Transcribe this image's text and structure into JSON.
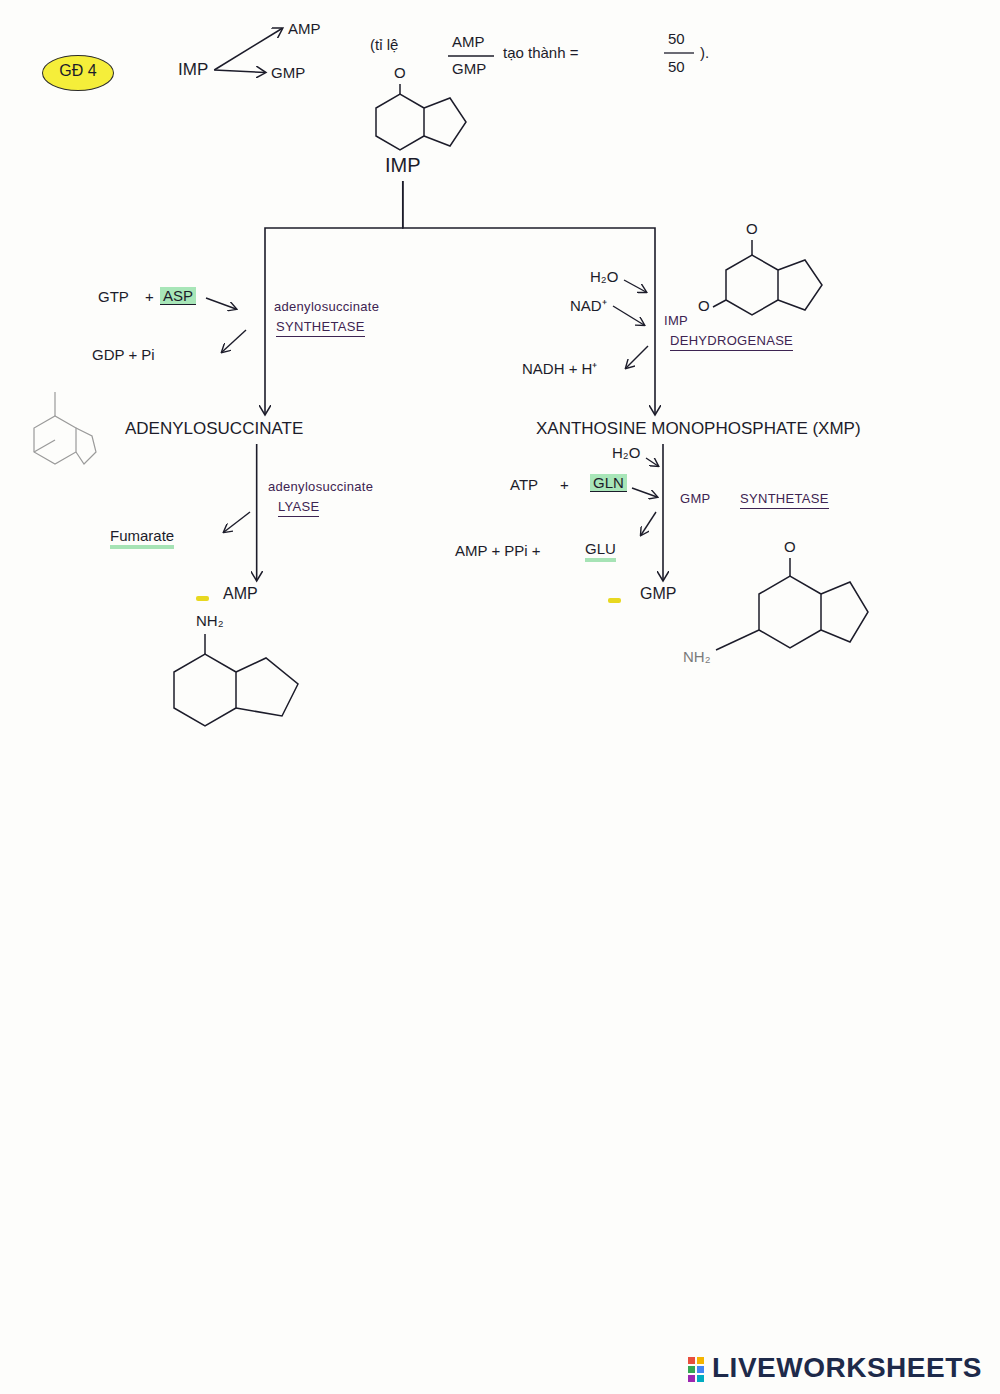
{
  "diagram": {
    "nodes": [
      {
        "text": [
          "GĐ 4"
        ]
      },
      {
        "text": [
          "IMP"
        ]
      },
      {
        "text": [
          "AMP"
        ]
      },
      {
        "text": [
          "GMP"
        ]
      },
      {
        "text": [
          "IMP"
        ]
      },
      {
        "text": [
          "ADENYLOSUCCINATE"
        ]
      },
      {
        "text": [
          "XANTHOSINE MONOPHOSPHATE (XMP)"
        ]
      },
      {
        "text": [
          "AMP"
        ]
      },
      {
        "text": [
          "GMP"
        ]
      }
    ],
    "edges": [
      {
        "from": 1,
        "to": 2,
        "arrow": "to"
      },
      {
        "from": 1,
        "to": 3,
        "arrow": "to"
      },
      {
        "from": 4,
        "to": 5,
        "arrow": "to"
      },
      {
        "from": 4,
        "to": 6,
        "arrow": "to"
      },
      {
        "from": 5,
        "to": 7,
        "arrow": "to"
      },
      {
        "from": 6,
        "to": 8,
        "arrow": "to"
      }
    ],
    "labels": [
      "(tỉ lệ",
      "AMP",
      "GMP",
      "tạo thành =",
      "50",
      "50",
      ").",
      "O",
      "GTP",
      "+",
      "ASP",
      "GDP + Pi",
      "adenylosuccinate",
      "SYNTHETASE",
      "H₂O",
      "NAD⁺",
      "NADH + H⁺",
      "IMP",
      "DEHYDROGENASE",
      "O",
      "O",
      "adenylosuccinate",
      "LYASE",
      "Fumarate",
      "H₂O",
      "ATP",
      "+",
      "GLN",
      "AMP + PPi +",
      "GLU",
      "GMP",
      "SYNTHETASE",
      "NH₂",
      "O",
      "NH₂",
      "LIVEWORKSHEETS"
    ]
  }
}
